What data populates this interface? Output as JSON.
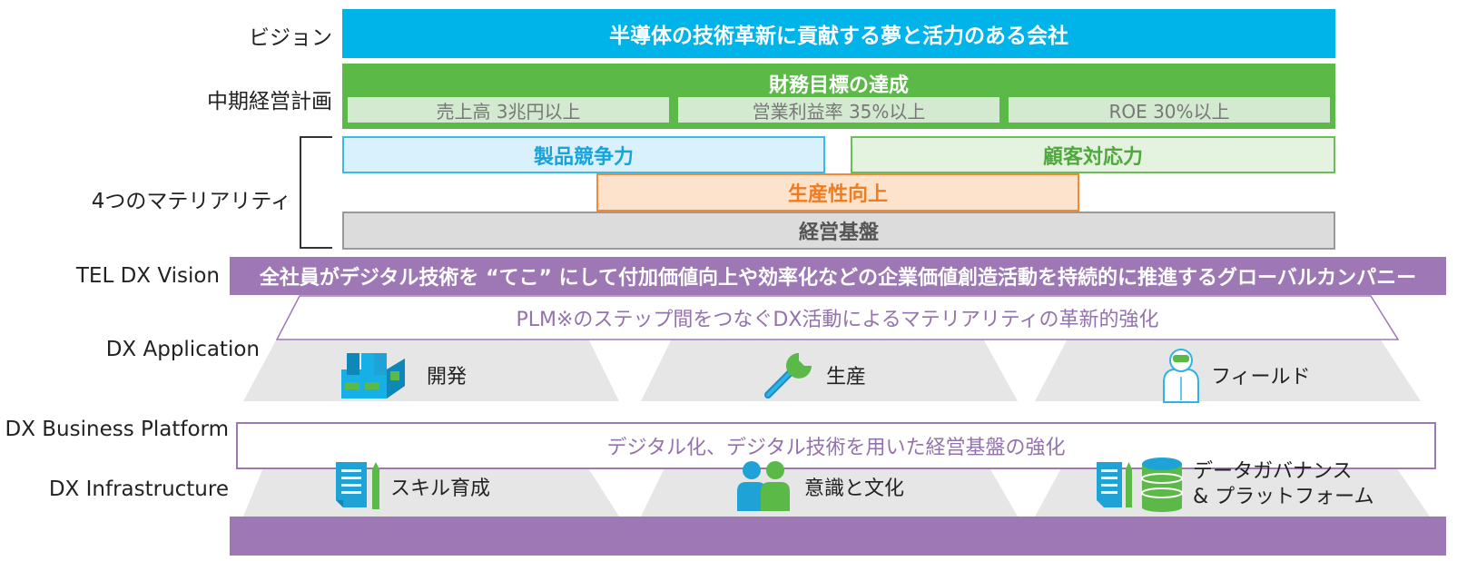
{
  "labels": {
    "vision": "ビジョン",
    "midterm": "中期経営計画",
    "materiality": "4つのマテリアリティ",
    "tel_dx_vision": "TEL DX Vision",
    "dx_application": "DX Application",
    "dx_business_platform": "DX Business Platform",
    "dx_infrastructure": "DX Infrastructure"
  },
  "vision_text": "半導体の技術革新に貢献する夢と活力のある会社",
  "midterm_plan": {
    "title": "財務目標の達成",
    "targets": [
      "売上高 3兆円以上",
      "営業利益率 35%以上",
      "ROE 30%以上"
    ]
  },
  "materiality": {
    "product": "製品競争力",
    "customer": "顧客対応力",
    "productivity": "生産性向上",
    "foundation": "経営基盤"
  },
  "dx_vision_text": "全社員がデジタル技術を “てこ” にして付加価値向上や効率化などの企業価値創造活動を持続的に推進するグローバルカンパニー",
  "dx_application": {
    "text": "PLM※のステップ間をつなぐDX活動によるマテリアリティの革新的強化",
    "items": [
      {
        "label": "開発",
        "icon": "building-icon"
      },
      {
        "label": "生産",
        "icon": "wrench-icon"
      },
      {
        "label": "フィールド",
        "icon": "field-engineer-icon"
      }
    ]
  },
  "dx_platform_text": "デジタル化、デジタル技術を用いた経営基盤の強化",
  "dx_infrastructure": {
    "items": [
      {
        "label": "スキル育成",
        "icon": "document-pencil-icon"
      },
      {
        "label": "意識と文化",
        "icon": "people-icon"
      },
      {
        "label_line1": "データガバナンス",
        "label_line2": "& プラットフォーム",
        "icon": "document-database-icon"
      }
    ]
  },
  "colors": {
    "vision": "#00b3e8",
    "midterm": "#5ab947",
    "product": "#17a4dc",
    "customer": "#4ea83c",
    "productivity": "#ee7d22",
    "dx_purple": "#9d78b5",
    "trapezoid_gray": "#e6e6e7"
  }
}
